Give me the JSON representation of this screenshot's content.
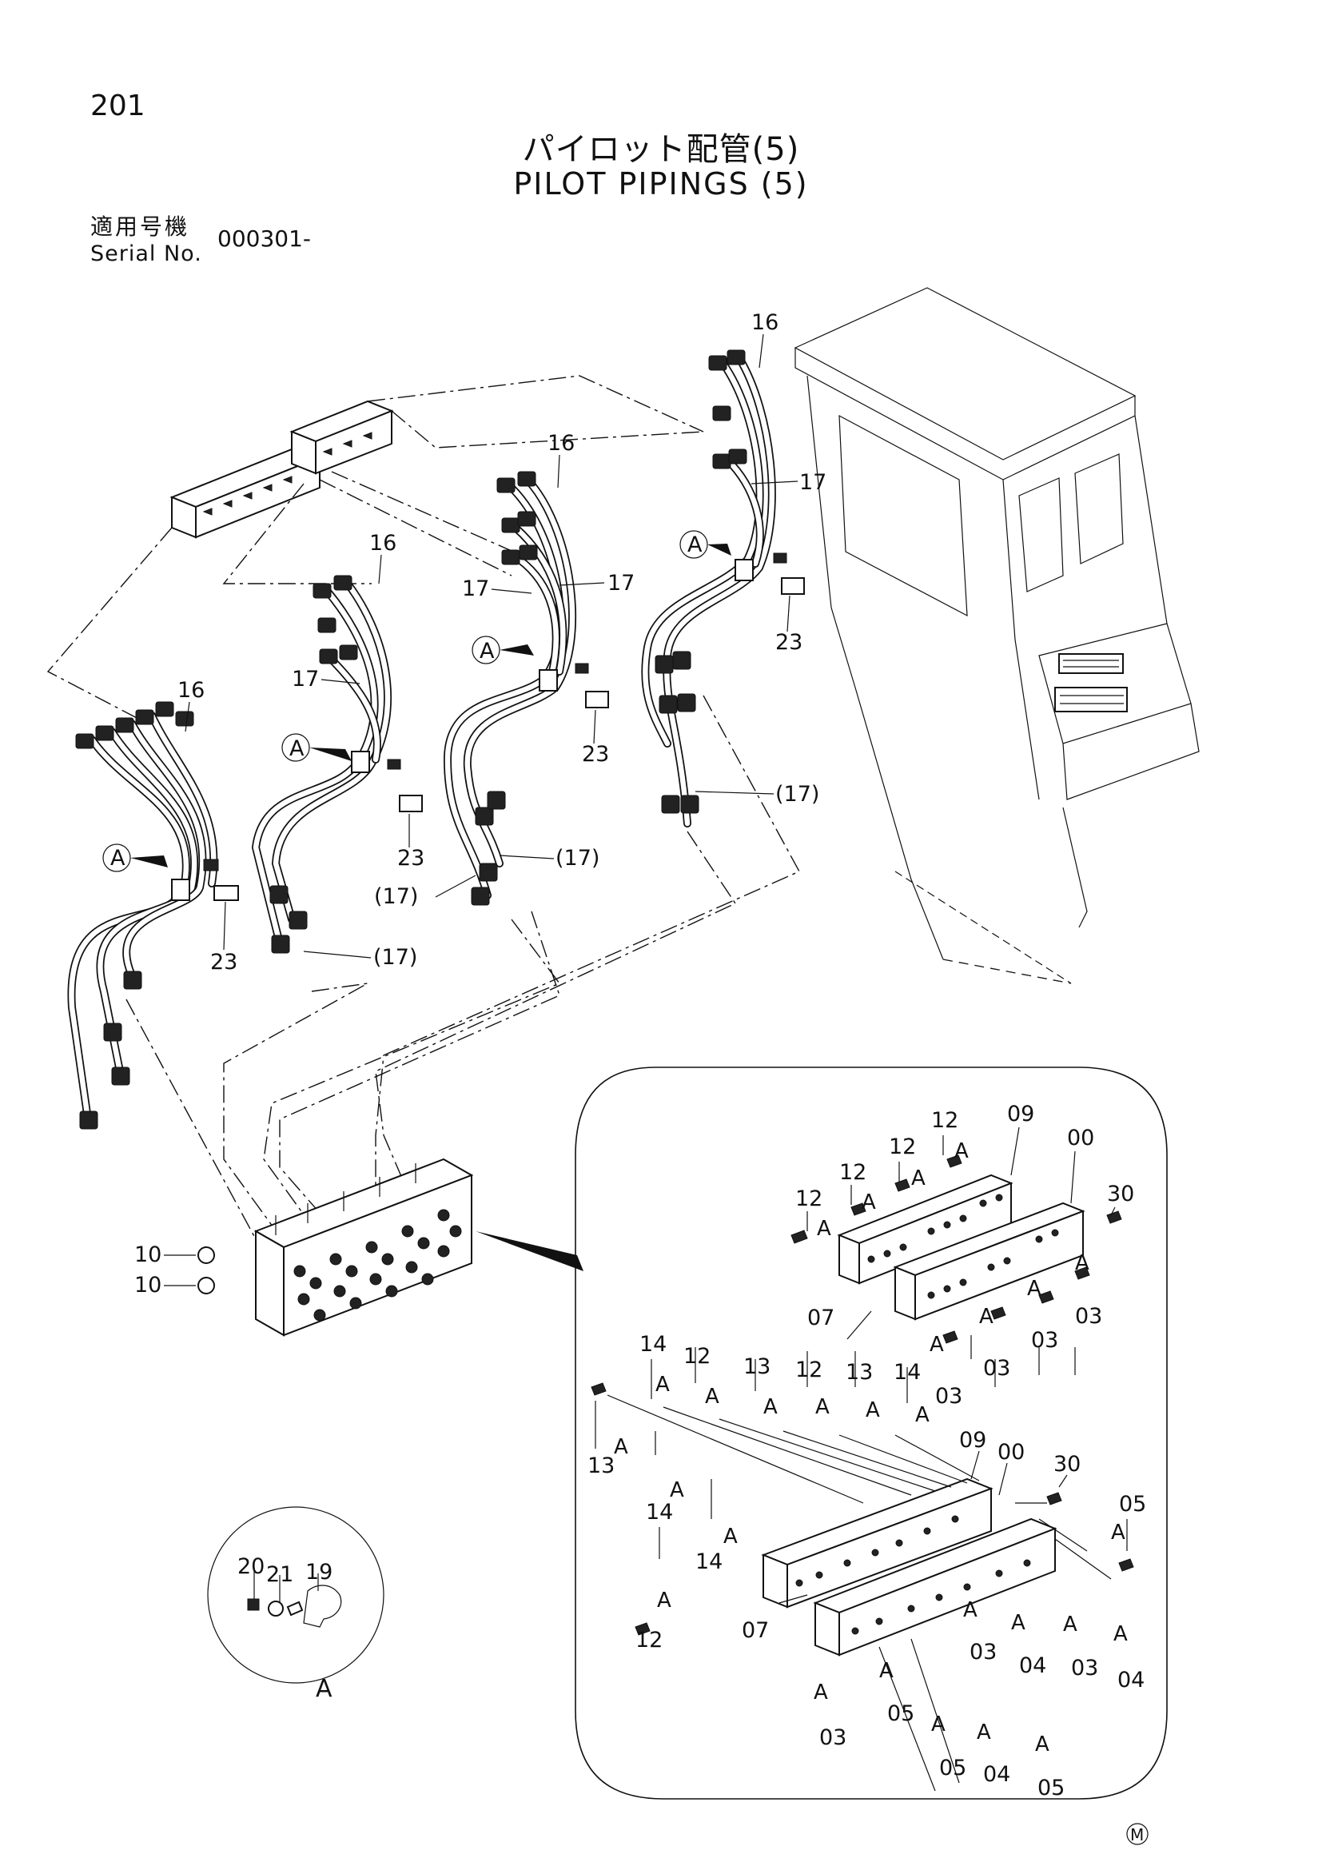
{
  "header": {
    "page_number": "201",
    "title_jp": "パイロット配管(5)",
    "title_en": "PILOT PIPINGS (5)",
    "serial_label_jp": "適用号機",
    "serial_label_en": "Serial No.",
    "serial_value": "000301-"
  },
  "detail_a": {
    "view_label": "A"
  },
  "mark": "M",
  "callouts": {
    "p16": "16",
    "p17": "17",
    "p17_ref": "(17)",
    "p23": "23",
    "p10": "10",
    "p19": "19",
    "p20": "20",
    "p21": "21",
    "p00": "00",
    "p03": "03",
    "p04": "04",
    "p05": "05",
    "p07": "07",
    "p09": "09",
    "p12": "12",
    "p13": "13",
    "p14": "14",
    "p30": "30",
    "view_a": "A"
  }
}
